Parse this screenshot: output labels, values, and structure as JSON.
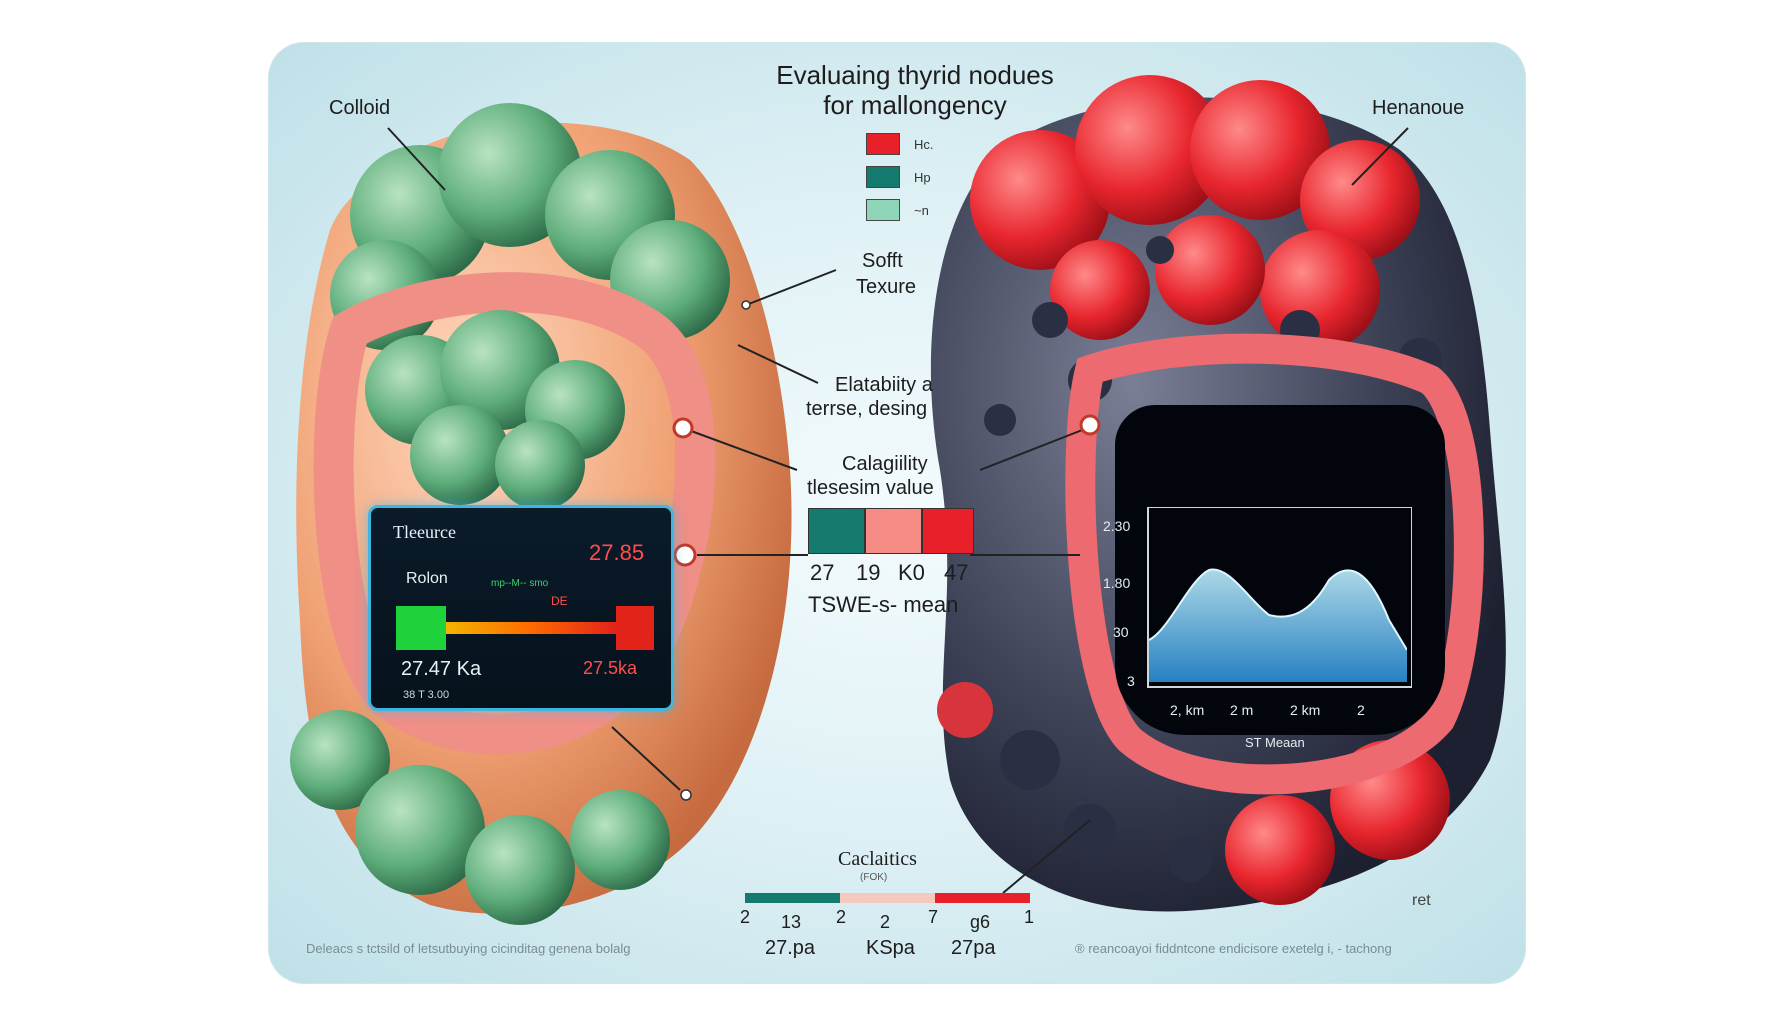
{
  "title": {
    "line1": "Evaluaing thyrid nodues",
    "line2": "for mallongency"
  },
  "legend": [
    {
      "label": "Hc.",
      "color": "#e8202a"
    },
    {
      "label": "Hp",
      "color": "#157a6e"
    },
    {
      "label": "~n",
      "color": "#8fd6b8"
    }
  ],
  "labels": {
    "colloid": "Colloid",
    "henanoue": "Henanoue",
    "soft_texture_1": "Sofft",
    "soft_texture_2": "Texure",
    "elastability_1": "Elatabiity a",
    "elastability_2": "terrse, desing",
    "calagility_1": "Calagiility",
    "calagility_2": "tlesesim value",
    "center_values": [
      "27",
      "19",
      "K0",
      "47"
    ],
    "tswe": "TSWE-s-  mean",
    "caclatics": "Caclaitics",
    "caclatics_sub": "(FOK)",
    "ret": "ret"
  },
  "center_bar_colors": [
    "#157a6e",
    "#f58d86",
    "#e8202a"
  ],
  "left_screen": {
    "title": "Tleeurce",
    "row_label": "Rolon",
    "small_text": "mp--M-- smo",
    "right_value": "27.85",
    "de_label": "DE",
    "left_reading": "27.47 Ka",
    "right_reading": "27.5ka",
    "bottom_text": "38 T 3.00"
  },
  "right_screen": {
    "y_ticks": [
      "2.30",
      "1.80",
      "30",
      "3"
    ],
    "x_ticks": [
      "2, km",
      "2 m",
      "2 km",
      "2"
    ],
    "caption": "ST Meaan"
  },
  "bottom_scale": {
    "colors": [
      "#157a6e",
      "#f6c9bf",
      "#e8202a"
    ],
    "ticks": [
      "2",
      "13",
      "2",
      "2",
      "7",
      "g6",
      "1"
    ],
    "units": [
      "27.pa",
      "KSpa",
      "27pa"
    ]
  },
  "footer": {
    "left": "Deleacs s tctsild of letsutbuying cicinditag genena bolalg",
    "right": "® reancoayoi fiddntcone endicisore exetelg i,  - tachong"
  }
}
